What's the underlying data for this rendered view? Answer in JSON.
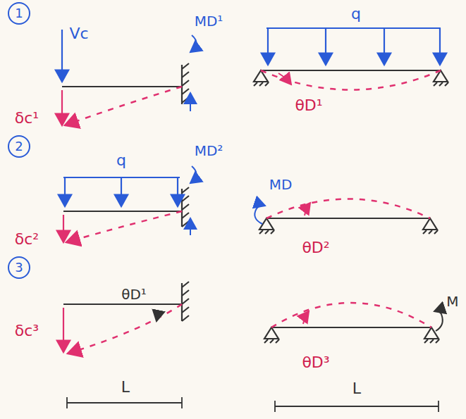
{
  "diagram": {
    "labels": [
      "1",
      "Vc",
      "MD¹",
      "q",
      "δc¹",
      "θD¹",
      "2",
      "MD²",
      "q",
      "MD",
      "δc²",
      "θD²",
      "3",
      "δc³",
      "θD¹",
      "θD³",
      "M",
      "L",
      "L"
    ]
  }
}
